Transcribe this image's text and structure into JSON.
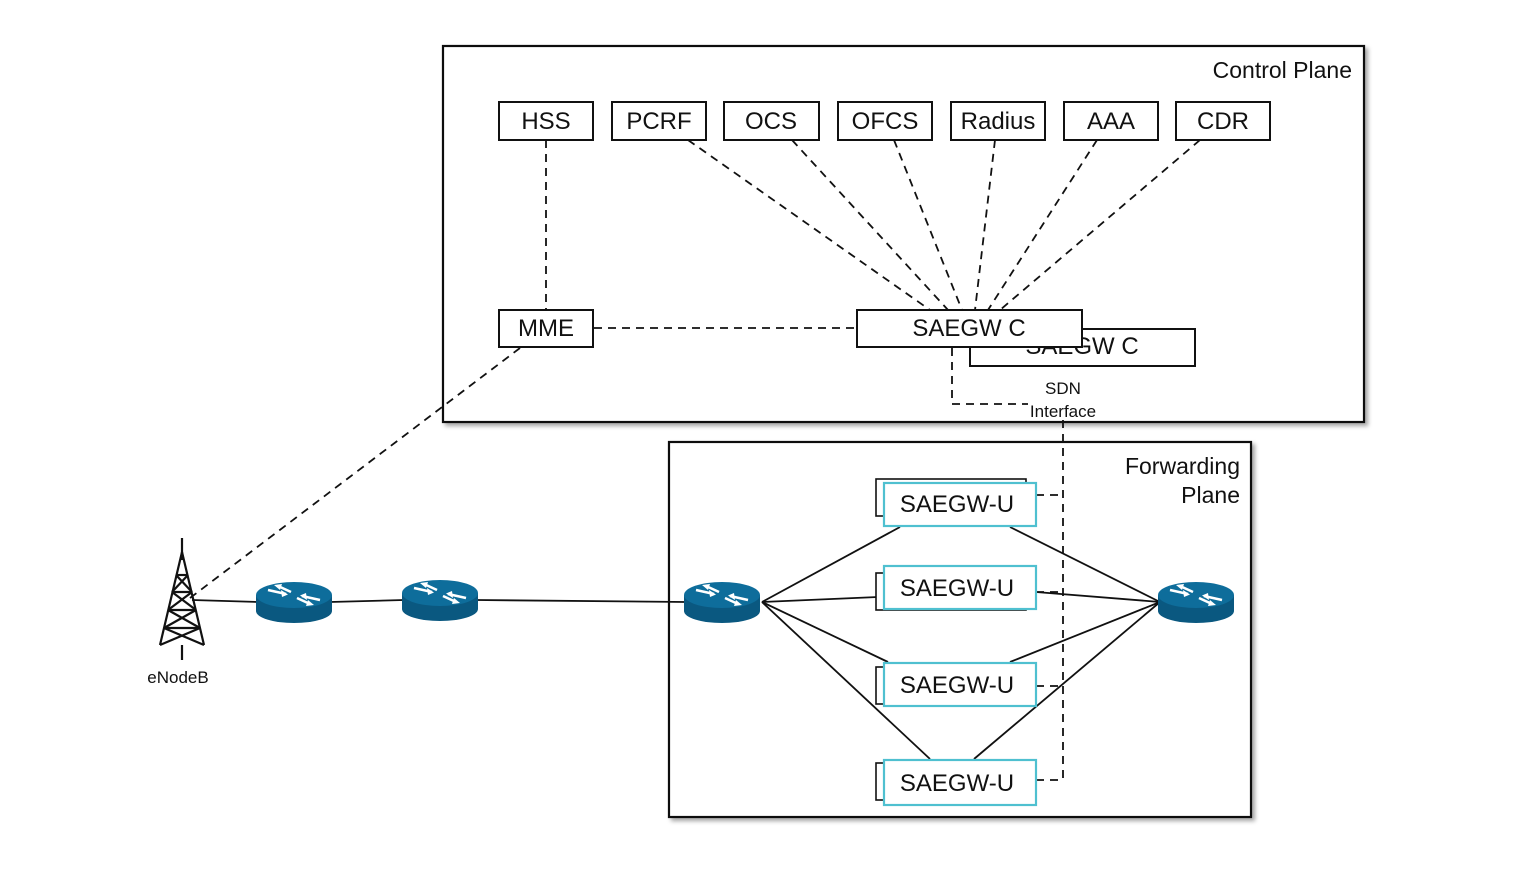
{
  "control_plane": {
    "title": "Control Plane",
    "nodes": [
      "HSS",
      "PCRF",
      "OCS",
      "OFCS",
      "Radius",
      "AAA",
      "CDR"
    ],
    "mme": "MME",
    "saegw_c": "SAEGW C",
    "saegw_c_backup": "SAEGW C",
    "sdn_interface_line1": "SDN",
    "sdn_interface_line2": "Interface"
  },
  "forwarding_plane": {
    "title_line1": "Forwarding",
    "title_line2": "Plane",
    "saegw_u": [
      "SAEGW-U",
      "SAEGW-U",
      "SAEGW-U",
      "SAEGW-U"
    ]
  },
  "access": {
    "enodeb_label": "eNodeB"
  },
  "colors": {
    "router": "#0e6d9b",
    "router_dark": "#0a5880",
    "saegw_u_border": "#4fc0d0"
  },
  "icons": [
    "cell-tower-icon",
    "router-icon"
  ]
}
